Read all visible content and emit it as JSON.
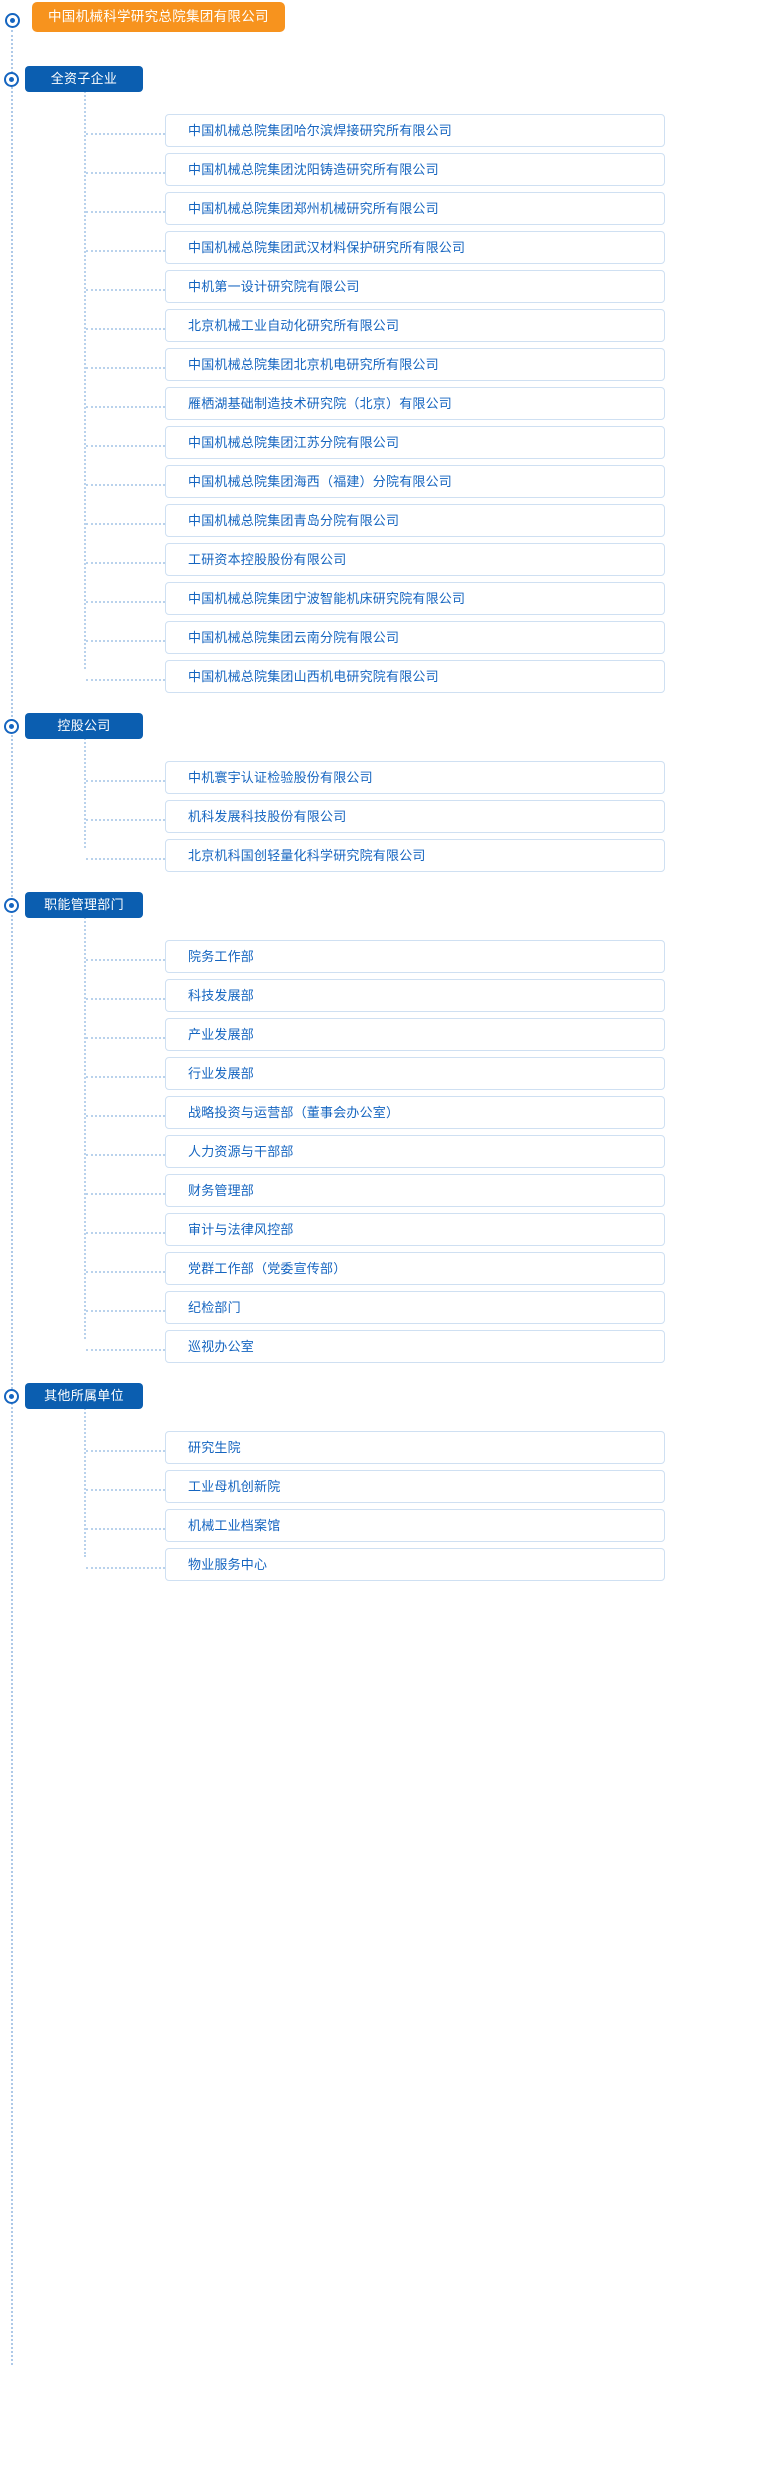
{
  "root": {
    "label": "中国机械科学研究总院集团有限公司",
    "marker_icon": "radio-target-icon",
    "color": "#f7931e"
  },
  "theme": {
    "root_color": "#f7931e",
    "section_color": "#0b5eb0",
    "item_text_color": "#1565c0",
    "item_border_color": "#cfe0f2",
    "connector_color": "#b9d2ec"
  },
  "sections": [
    {
      "label": "全资子企业",
      "marker_icon": "radio-target-icon",
      "items": [
        {
          "label": "中国机械总院集团哈尔滨焊接研究所有限公司"
        },
        {
          "label": "中国机械总院集团沈阳铸造研究所有限公司"
        },
        {
          "label": "中国机械总院集团郑州机械研究所有限公司"
        },
        {
          "label": "中国机械总院集团武汉材料保护研究所有限公司"
        },
        {
          "label": "中机第一设计研究院有限公司"
        },
        {
          "label": "北京机械工业自动化研究所有限公司"
        },
        {
          "label": "中国机械总院集团北京机电研究所有限公司"
        },
        {
          "label": "雁栖湖基础制造技术研究院（北京）有限公司"
        },
        {
          "label": "中国机械总院集团江苏分院有限公司"
        },
        {
          "label": "中国机械总院集团海西（福建）分院有限公司"
        },
        {
          "label": "中国机械总院集团青岛分院有限公司"
        },
        {
          "label": "工研资本控股股份有限公司"
        },
        {
          "label": "中国机械总院集团宁波智能机床研究院有限公司"
        },
        {
          "label": "中国机械总院集团云南分院有限公司"
        },
        {
          "label": "中国机械总院集团山西机电研究院有限公司"
        }
      ]
    },
    {
      "label": "控股公司",
      "marker_icon": "radio-target-icon",
      "items": [
        {
          "label": "中机寰宇认证检验股份有限公司"
        },
        {
          "label": "机科发展科技股份有限公司"
        },
        {
          "label": "北京机科国创轻量化科学研究院有限公司"
        }
      ]
    },
    {
      "label": "职能管理部门",
      "marker_icon": "radio-target-icon",
      "items": [
        {
          "label": "院务工作部"
        },
        {
          "label": "科技发展部"
        },
        {
          "label": "产业发展部"
        },
        {
          "label": "行业发展部"
        },
        {
          "label": "战略投资与运营部（董事会办公室）"
        },
        {
          "label": "人力资源与干部部"
        },
        {
          "label": "财务管理部"
        },
        {
          "label": "审计与法律风控部"
        },
        {
          "label": "党群工作部（党委宣传部）"
        },
        {
          "label": "纪检部门"
        },
        {
          "label": "巡视办公室"
        }
      ]
    },
    {
      "label": "其他所属单位",
      "marker_icon": "radio-target-icon",
      "items": [
        {
          "label": "研究生院"
        },
        {
          "label": "工业母机创新院"
        },
        {
          "label": "机械工业档案馆"
        },
        {
          "label": "物业服务中心"
        }
      ]
    }
  ]
}
